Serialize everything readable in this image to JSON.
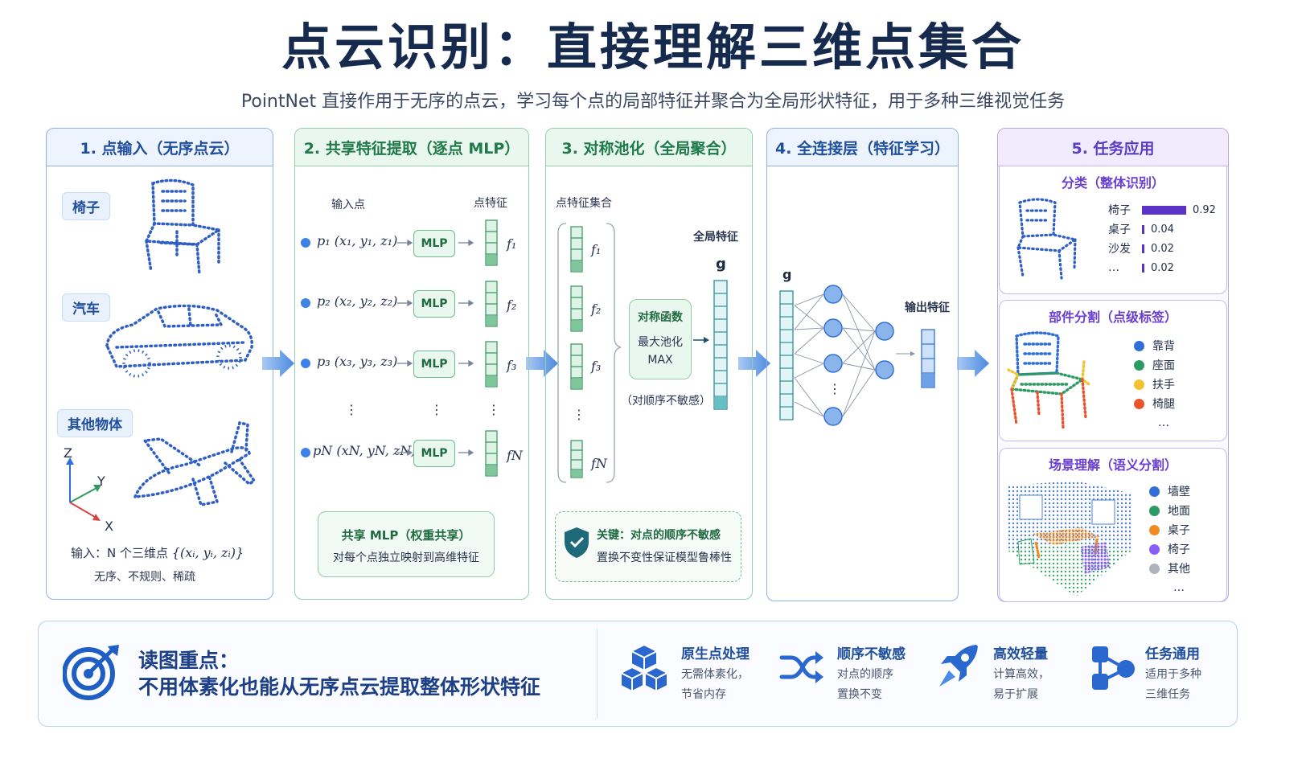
{
  "title": "点云识别：直接理解三维点集合",
  "subtitle": "PointNet 直接作用于无序的点云，学习每个点的局部特征并聚合为全局形状特征，用于多种三维视觉任务",
  "colors": {
    "blue": "#2f6fd6",
    "green": "#2e9a63",
    "purple": "#6a3fd0",
    "orange": "#f08a24",
    "red": "#e8542b",
    "yellow": "#f2c230",
    "gray": "#9aa0a8"
  },
  "panel1": {
    "header": "1. 点输入（无序点云）",
    "tags": [
      "椅子",
      "汽车",
      "其他物体"
    ],
    "axes": {
      "z": "Z",
      "y": "Y",
      "x": "X"
    },
    "input_label": "输入：N 个三维点",
    "input_formula": "{(xᵢ, yᵢ, zᵢ)}",
    "input_note": "无序、不规则、稀疏"
  },
  "panel2": {
    "header": "2. 共享特征提取（逐点 MLP）",
    "col_input": "输入点",
    "col_feature": "点特征",
    "rows": [
      {
        "point": "p₁ (x₁, y₁, z₁)",
        "mlp": "MLP",
        "feat": "f₁"
      },
      {
        "point": "p₂ (x₂, y₂, z₂)",
        "mlp": "MLP",
        "feat": "f₂"
      },
      {
        "point": "p₃ (x₃, y₃, z₃)",
        "mlp": "MLP",
        "feat": "f₃"
      },
      {
        "point": "pN (xN, yN, zN)",
        "mlp": "MLP",
        "feat": "fN"
      }
    ],
    "ellipsis": "⋮",
    "shared_title": "共享 MLP（权重共享）",
    "shared_desc": "对每个点独立映射到高维特征"
  },
  "panel3": {
    "header": "3. 对称池化（全局聚合）",
    "set_label": "点特征集合",
    "features": [
      "f₁",
      "f₂",
      "f₃",
      "fN"
    ],
    "ellipsis": "⋮",
    "sym_title": "对称函数",
    "sym_line2": "最大池化",
    "sym_line3": "MAX",
    "global_label": "全局特征",
    "global_symbol": "g",
    "order_note": "（对顺序不敏感）",
    "key_title": "关键：对点的顺序不敏感",
    "key_desc": "置换不变性保证模型鲁棒性"
  },
  "panel4": {
    "header": "4. 全连接层（特征学习）",
    "g_label": "g",
    "output_label": "输出特征",
    "ellipsis": "⋮"
  },
  "panel5": {
    "header": "5. 任务应用",
    "classification": {
      "title": "分类（整体识别）",
      "rows": [
        {
          "label": "椅子",
          "value": "0.92",
          "score": 0.92
        },
        {
          "label": "桌子",
          "value": "0.04",
          "score": 0.04
        },
        {
          "label": "沙发",
          "value": "0.02",
          "score": 0.02
        },
        {
          "label": "…",
          "value": "0.02",
          "score": 0.02
        }
      ]
    },
    "part_seg": {
      "title": "部件分割（点级标签）",
      "legend": [
        {
          "label": "靠背",
          "color": "#2f6fd6"
        },
        {
          "label": "座面",
          "color": "#2e9a63"
        },
        {
          "label": "扶手",
          "color": "#f2c230"
        },
        {
          "label": "椅腿",
          "color": "#e8542b"
        }
      ],
      "more": "…"
    },
    "scene_seg": {
      "title": "场景理解（语义分割）",
      "legend": [
        {
          "label": "墙壁",
          "color": "#2f6fd6"
        },
        {
          "label": "地面",
          "color": "#2e9a63"
        },
        {
          "label": "桌子",
          "color": "#f08a24"
        },
        {
          "label": "椅子",
          "color": "#8b5cf6"
        },
        {
          "label": "其他",
          "color": "#b0b4ba"
        }
      ],
      "more": "…"
    }
  },
  "bottom": {
    "heading": "读图重点：",
    "statement": "不用体素化也能从无序点云提取整体形状特征",
    "features": [
      {
        "title": "原生点处理",
        "line1": "无需体素化，",
        "line2": "节省内存",
        "icon": "cubes-icon"
      },
      {
        "title": "顺序不敏感",
        "line1": "对点的顺序",
        "line2": "置换不变",
        "icon": "shuffle-icon"
      },
      {
        "title": "高效轻量",
        "line1": "计算高效，",
        "line2": "易于扩展",
        "icon": "rocket-icon"
      },
      {
        "title": "任务通用",
        "line1": "适用于多种",
        "line2": "三维任务",
        "icon": "network-icon"
      }
    ]
  }
}
